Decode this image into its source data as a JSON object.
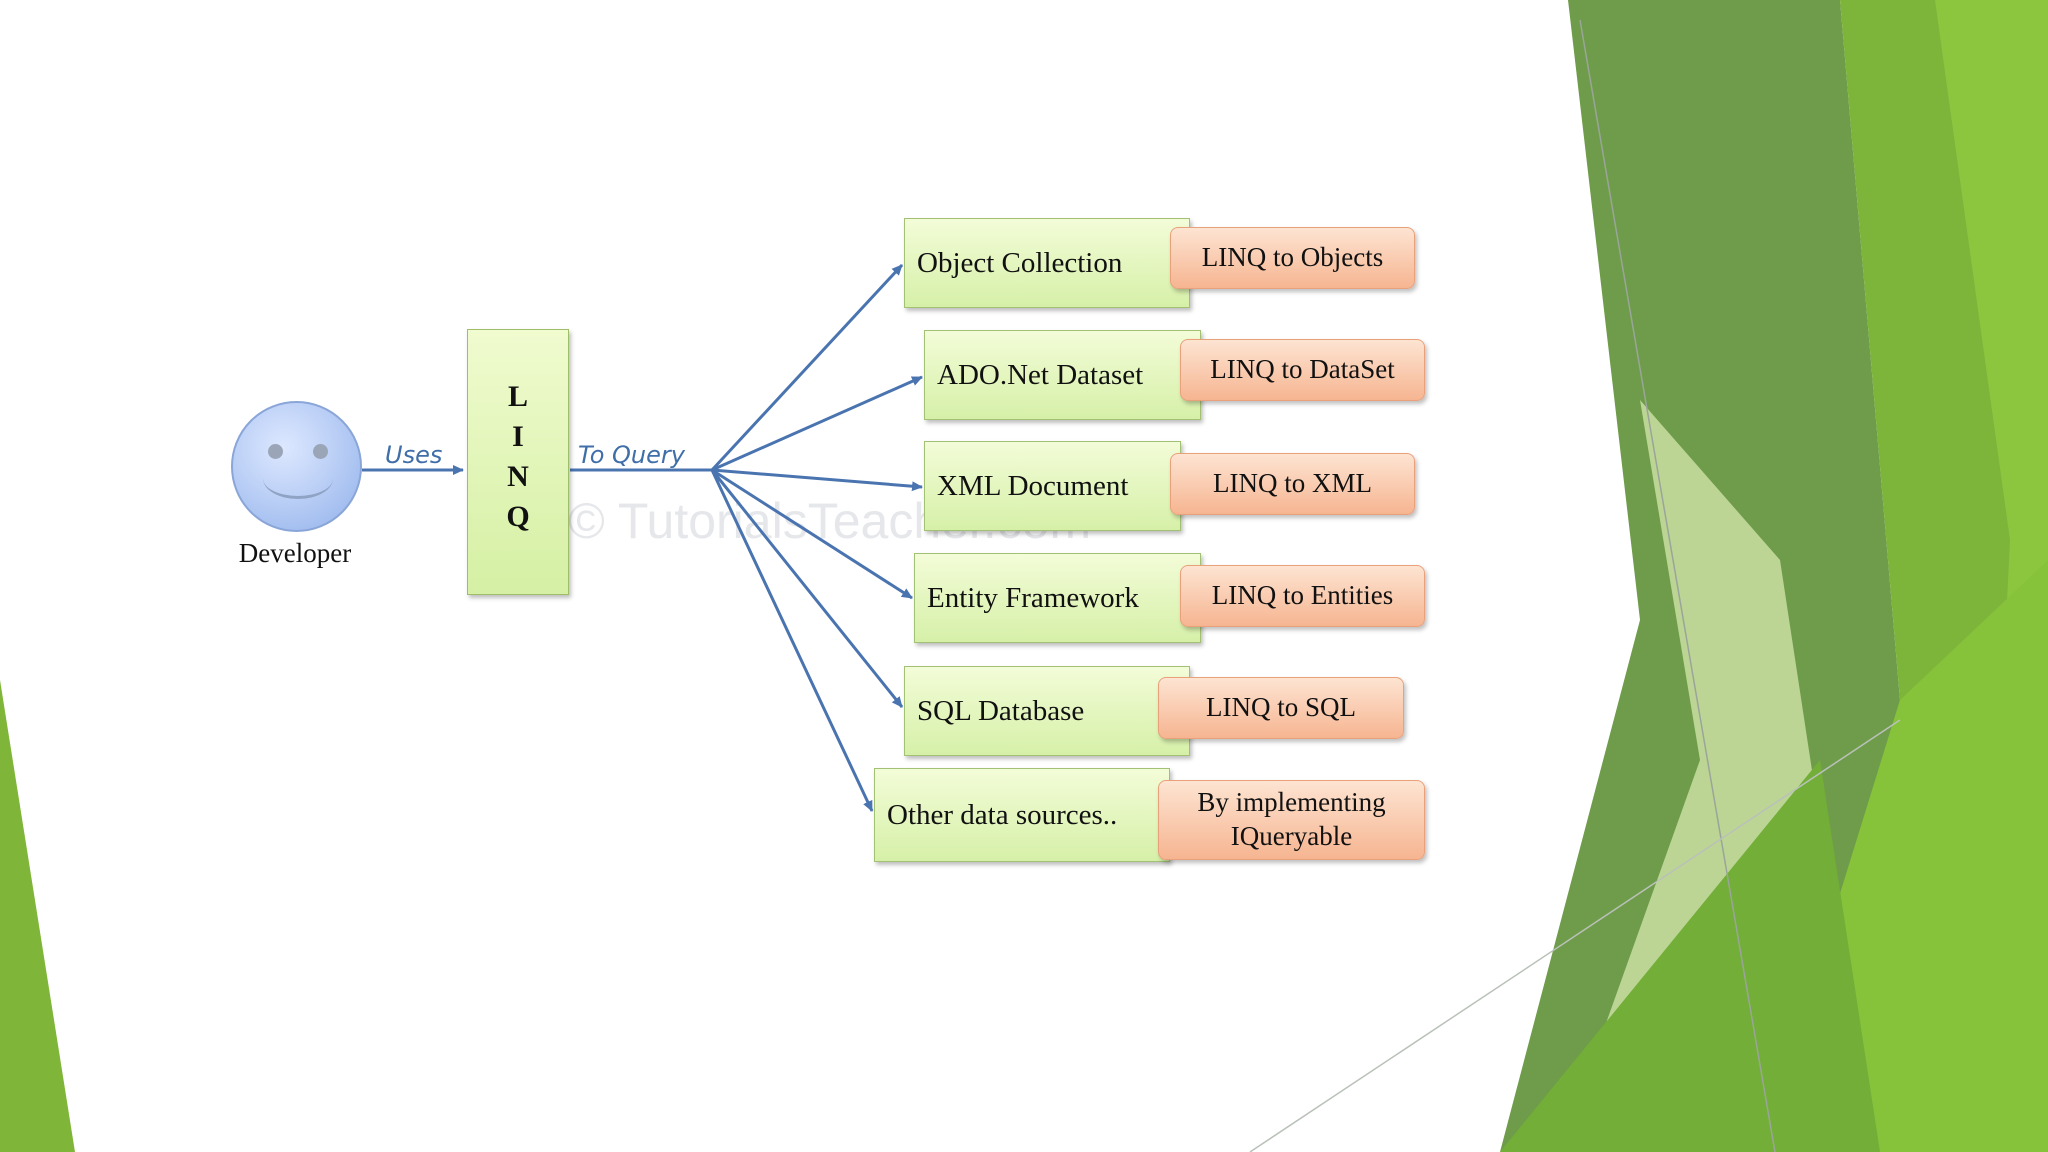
{
  "developer": {
    "label": "Developer"
  },
  "linq": {
    "letters": [
      "L",
      "I",
      "N",
      "Q"
    ]
  },
  "arrows": {
    "uses_label": "Uses",
    "query_label": "To Query"
  },
  "watermark": "© TutorialsTeacher.com",
  "sources": [
    {
      "label": "Object Collection",
      "provider": "LINQ to Objects"
    },
    {
      "label": "ADO.Net Dataset",
      "provider": "LINQ to DataSet"
    },
    {
      "label": "XML Document",
      "provider": "LINQ to XML"
    },
    {
      "label": "Entity Framework",
      "provider": "LINQ to Entities"
    },
    {
      "label": "SQL Database",
      "provider": "LINQ to SQL"
    },
    {
      "label": "Other data sources..",
      "provider": "By implementing IQueryable"
    }
  ],
  "colors": {
    "arrow": "#4a74b0",
    "source_box": "#e2f5bd",
    "provider_box": "#f9c5a6",
    "green_dark": "#5f8d3a",
    "green_light": "#8ec73f"
  }
}
